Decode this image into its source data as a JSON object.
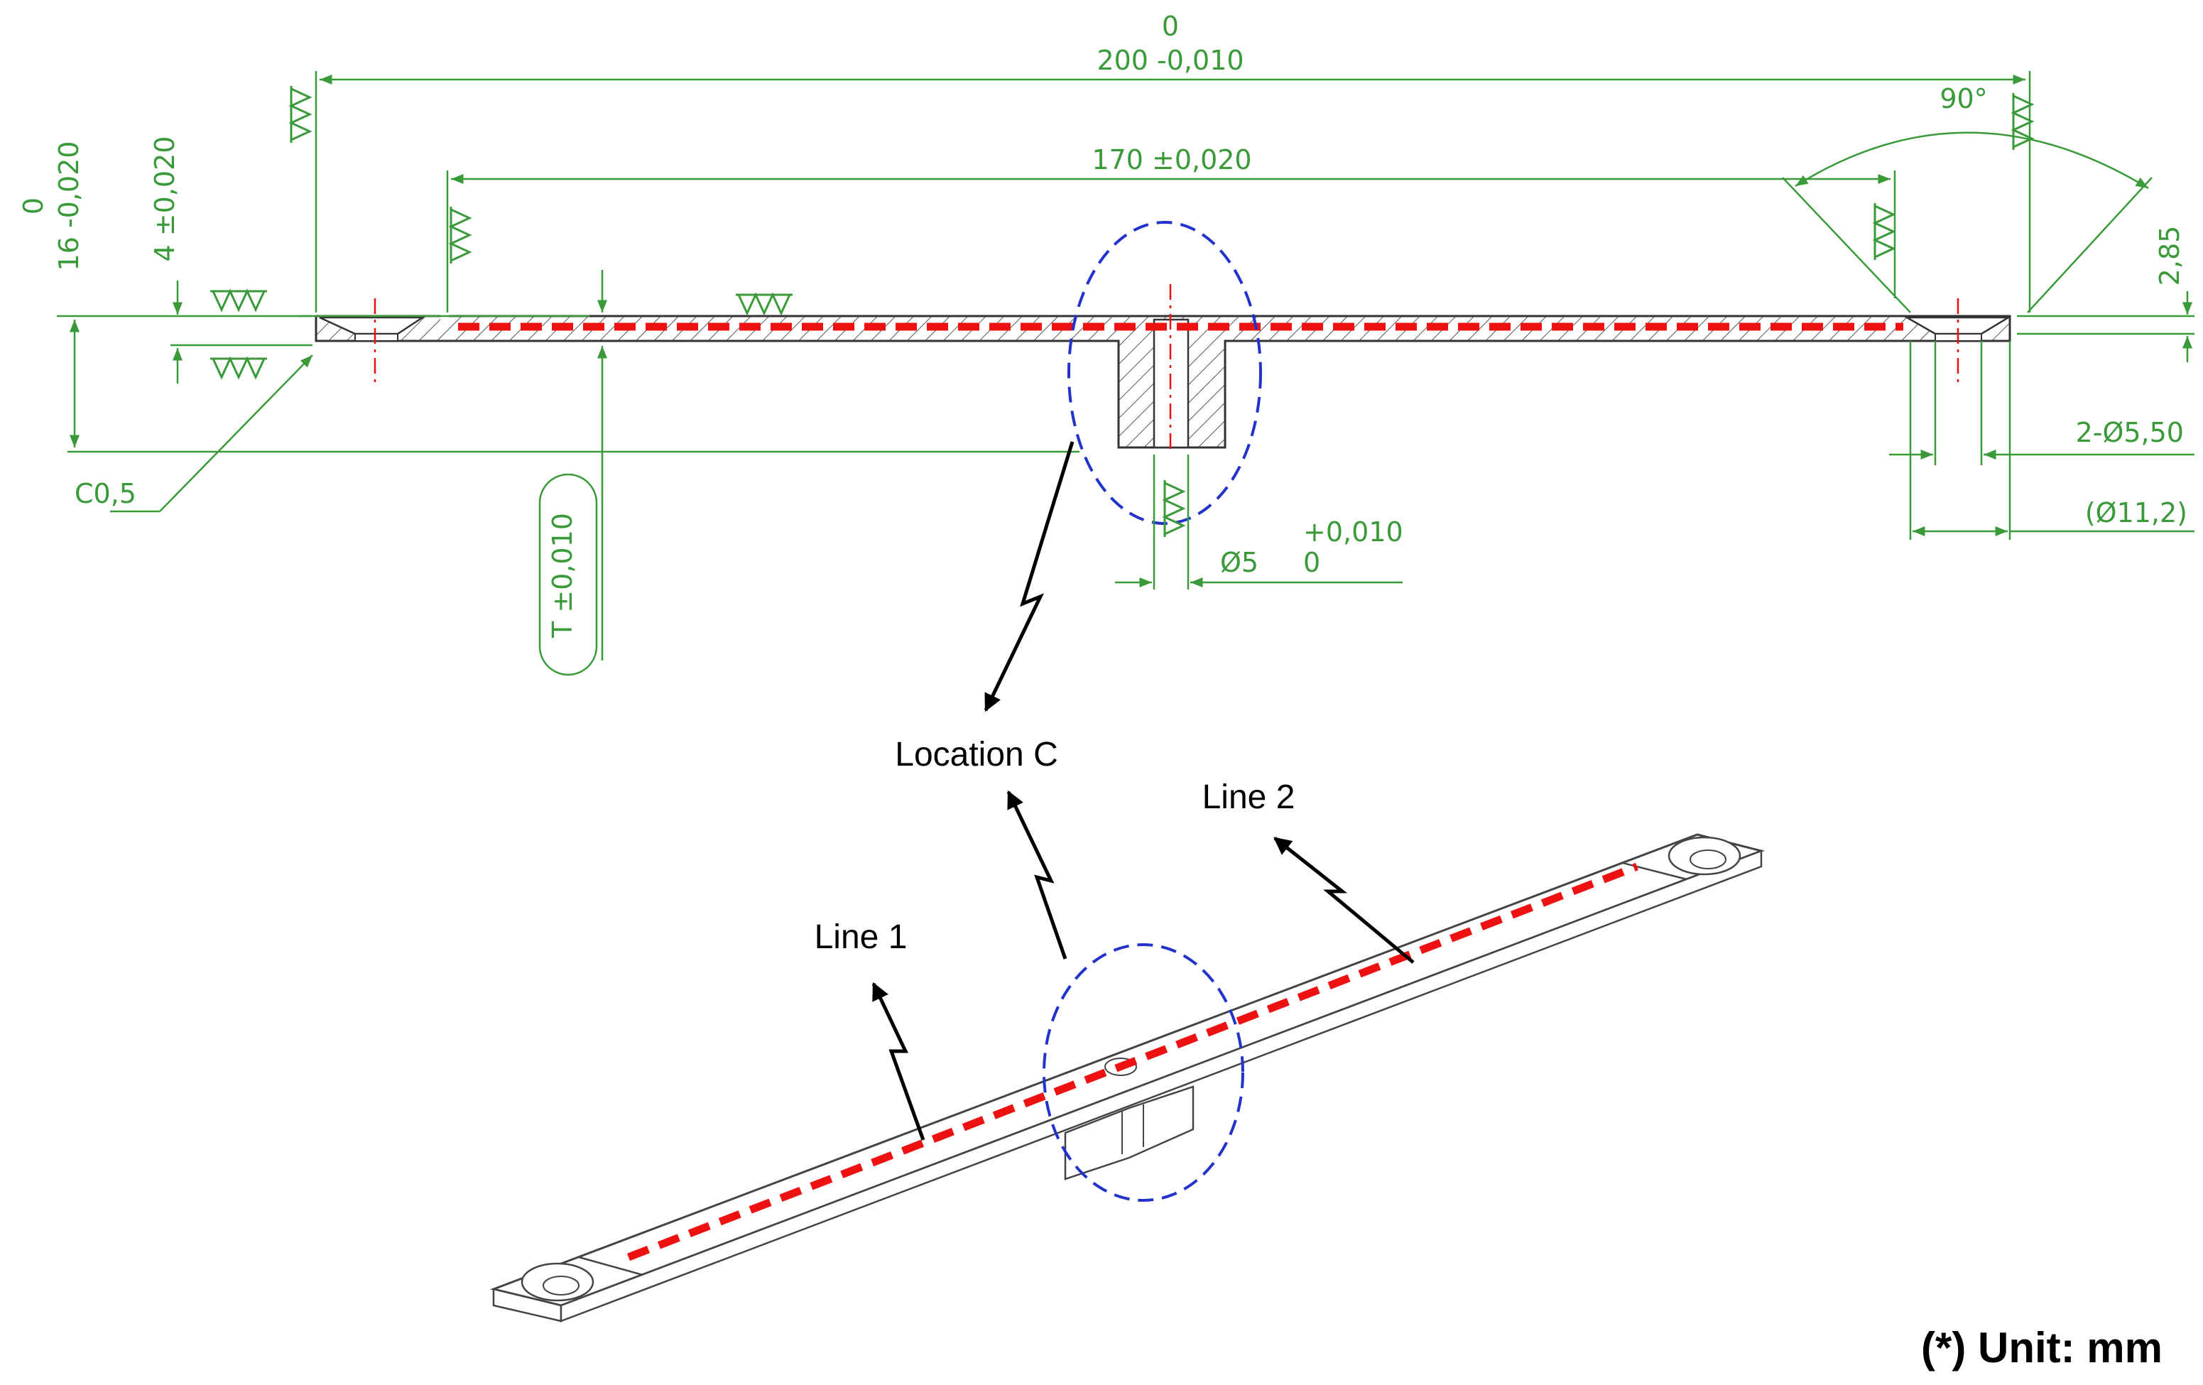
{
  "colors": {
    "dimension": "#3a9a3a",
    "part_outline": "#333333",
    "line_marker": "#ee1111",
    "circle_marker": "#2233cc",
    "callout": "#000000"
  },
  "icons": [
    "arrowhead-icon",
    "roughness-symbol-icon",
    "centerline-icon"
  ],
  "drawing": {
    "dimensions": {
      "overall_length_upper": "0",
      "overall_length": "200 -0,010",
      "inner_length": "170 ±0,020",
      "angle": "90°",
      "height_upper": "0",
      "height": "16 -0,020",
      "offset": "4 ±0,020",
      "chamfer": "C0,5",
      "thickness": "T ±0,010",
      "pin_diameter": "Ø5",
      "pin_tol_upper": "+0,010",
      "pin_tol_lower": "0",
      "hole_depth": "2,85",
      "hole_diameter": "2-Ø5,50",
      "counterbore_diameter": "(Ø11,2)"
    }
  },
  "labels": {
    "location_c": "Location C",
    "line_1": "Line 1",
    "line_2": "Line 2",
    "unit_note": "(*) Unit: mm"
  }
}
